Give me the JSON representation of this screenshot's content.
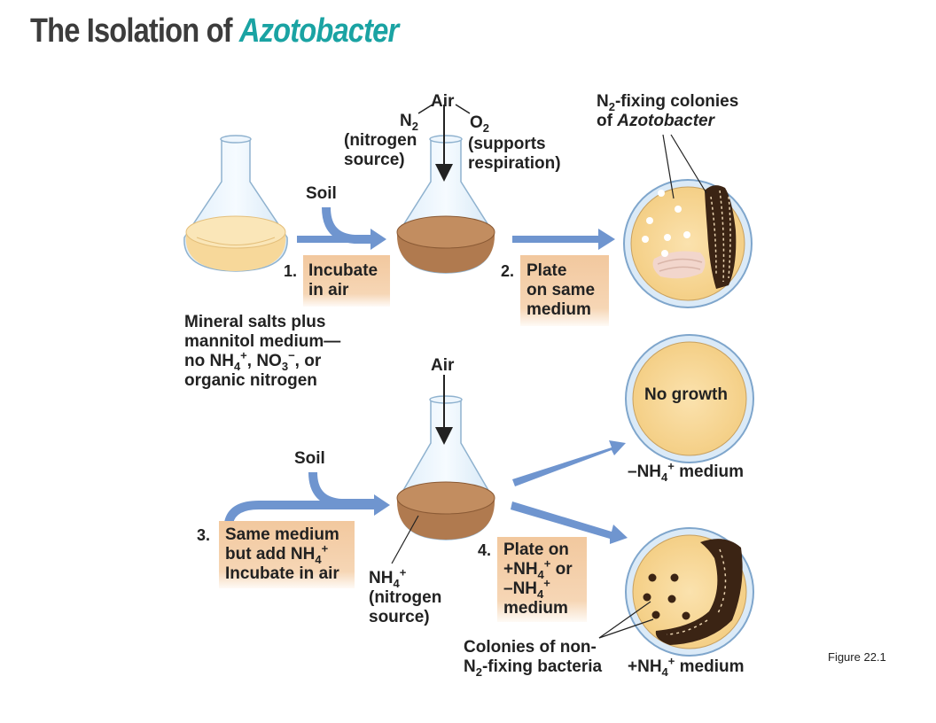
{
  "title": {
    "main": "The Isolation of",
    "italic": "Azotobacter"
  },
  "top_row": {
    "air_label": "Air",
    "n2": {
      "base": "N",
      "sub": "2"
    },
    "n2_desc_line1": "(nitrogen",
    "n2_desc_line2": "source)",
    "o2": {
      "base": "O",
      "sub": "2"
    },
    "o2_desc_line1": "(supports",
    "o2_desc_line2": "respiration)",
    "soil": "Soil",
    "step1_num": "1.",
    "step1_line1": "Incubate",
    "step1_line2": "in air",
    "step2_num": "2.",
    "step2_line1": "Plate",
    "step2_line2": "on same",
    "step2_line3": "medium",
    "colonies_line1_pre": "N",
    "colonies_line1_sub": "2",
    "colonies_line1_post": "-fixing colonies",
    "colonies_line2_pre": "of ",
    "colonies_line2_italic": "Azotobacter"
  },
  "medium_desc": {
    "line1": "Mineral salts plus",
    "line2": "mannitol medium—",
    "line3_a": "no NH",
    "line3_sub1": "4",
    "line3_sup1": "+",
    "line3_b": ", NO",
    "line3_sub2": "3",
    "line3_sup2": "−",
    "line3_c": ", or",
    "line4": "organic nitrogen"
  },
  "bottom_row": {
    "air_label": "Air",
    "soil": "Soil",
    "step3_num": "3.",
    "step3_line1": "Same medium",
    "step3_line2_a": "but add NH",
    "step3_line2_sub": "4",
    "step3_line2_sup": "+",
    "step3_line3": "Incubate in air",
    "nh4_label_base": "NH",
    "nh4_label_sub": "4",
    "nh4_label_sup": "+",
    "nh4_line2": "(nitrogen",
    "nh4_line3": "source)",
    "step4_num": "4.",
    "step4_line1": "Plate on",
    "step4_line2_a": "+NH",
    "step4_line2_sub": "4",
    "step4_line2_sup": "+",
    "step4_line2_b": " or",
    "step4_line3_a": "–NH",
    "step4_line3_sub": "4",
    "step4_line3_sup": "+",
    "step4_line4": "medium",
    "no_growth": "No growth",
    "minus_medium_a": "–NH",
    "minus_medium_sub": "4",
    "minus_medium_sup": "+",
    "minus_medium_b": " medium",
    "plus_medium_a": "+NH",
    "plus_medium_sub": "4",
    "plus_medium_sup": "+",
    "plus_medium_b": " medium",
    "nonfix_line1": "Colonies of non-",
    "nonfix_line2_a": "N",
    "nonfix_line2_sub": "2",
    "nonfix_line2_b": "-fixing bacteria"
  },
  "figure_caption": "Figure 22.1",
  "colors": {
    "title_accent": "#1aa3a3",
    "arrow_blue": "#6f95cf",
    "medium_pale": "#f7d89a",
    "medium_brown": "#b07a4f",
    "label_box": "#f2c89e",
    "plate_agar": "#f7d99c",
    "colony_dark": "#3b2414"
  }
}
